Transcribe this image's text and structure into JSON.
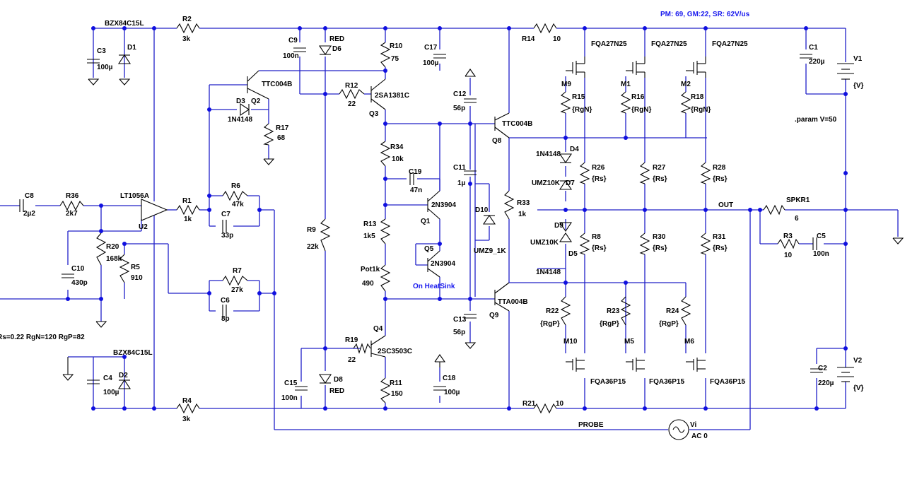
{
  "title_note": "PM: 69, GM:22, SR: 62V/us",
  "param": ".param V=50",
  "model_note": "Rs=0.22 RgN=120 RgP=82",
  "heatsink_note": "On HeatSink",
  "net_labels": {
    "out": "OUT",
    "probe": "PROBE"
  },
  "labels": [
    {
      "ref": "BZX84C15L"
    },
    {
      "ref": "D1"
    },
    {
      "ref": "C3"
    },
    {
      "ref": "100µ"
    },
    {
      "ref": "R2"
    },
    {
      "ref": "3k"
    },
    {
      "ref": "C9"
    },
    {
      "ref": "100n"
    },
    {
      "ref": "RED"
    },
    {
      "ref": "D6"
    },
    {
      "ref": "R10"
    },
    {
      "ref": "75"
    },
    {
      "ref": "C17"
    },
    {
      "ref": "100µ"
    },
    {
      "ref": "R14"
    },
    {
      "ref": "10"
    },
    {
      "ref": "FQA27N25"
    },
    {
      "ref": "FQA27N25"
    },
    {
      "ref": "FQA27N25"
    },
    {
      "ref": "C1"
    },
    {
      "ref": "220µ"
    },
    {
      "ref": "V1"
    },
    {
      "ref": "{V}"
    },
    {
      "ref": "TTC004B"
    },
    {
      "ref": "Q2"
    },
    {
      "ref": "D3"
    },
    {
      "ref": "1N4148"
    },
    {
      "ref": "R17"
    },
    {
      "ref": "68"
    },
    {
      "ref": "R12"
    },
    {
      "ref": "22"
    },
    {
      "ref": "2SA1381C"
    },
    {
      "ref": "Q3"
    },
    {
      "ref": "C12"
    },
    {
      "ref": "56p"
    },
    {
      "ref": "M9"
    },
    {
      "ref": "R15"
    },
    {
      "ref": "{RgN}"
    },
    {
      "ref": "M1"
    },
    {
      "ref": "R16"
    },
    {
      "ref": "{RgN}"
    },
    {
      "ref": "M2"
    },
    {
      "ref": "R18"
    },
    {
      "ref": "{RgN}"
    },
    {
      "ref": "TTC004B"
    },
    {
      "ref": "Q8"
    },
    {
      "ref": "R34"
    },
    {
      "ref": "10k"
    },
    {
      "ref": "1N4148"
    },
    {
      "ref": "D4"
    },
    {
      "ref": "C11"
    },
    {
      "ref": "1µ"
    },
    {
      "ref": "C19"
    },
    {
      "ref": "47n"
    },
    {
      "ref": "R26"
    },
    {
      "ref": "{Rs}"
    },
    {
      "ref": "R27"
    },
    {
      "ref": "{Rs}"
    },
    {
      "ref": "R28"
    },
    {
      "ref": "{Rs}"
    },
    {
      "ref": "UMZ10K"
    },
    {
      "ref": "D7"
    },
    {
      "ref": "C8"
    },
    {
      "ref": "2µ2"
    },
    {
      "ref": "R36"
    },
    {
      "ref": "2k7"
    },
    {
      "ref": "LT1056A"
    },
    {
      "ref": "U2"
    },
    {
      "ref": "R1"
    },
    {
      "ref": "1k"
    },
    {
      "ref": "R6"
    },
    {
      "ref": "47k"
    },
    {
      "ref": "C7"
    },
    {
      "ref": "33p"
    },
    {
      "ref": "2N3904"
    },
    {
      "ref": "Q1"
    },
    {
      "ref": "D10"
    },
    {
      "ref": "R33"
    },
    {
      "ref": "1k"
    },
    {
      "ref": "SPKR1"
    },
    {
      "ref": "6"
    },
    {
      "ref": "R9"
    },
    {
      "ref": "22k"
    },
    {
      "ref": "R13"
    },
    {
      "ref": "1k5"
    },
    {
      "ref": "D9"
    },
    {
      "ref": "R8"
    },
    {
      "ref": "{Rs}"
    },
    {
      "ref": "R30"
    },
    {
      "ref": "{Rs}"
    },
    {
      "ref": "R31"
    },
    {
      "ref": "{Rs}"
    },
    {
      "ref": "R3"
    },
    {
      "ref": "10"
    },
    {
      "ref": "C5"
    },
    {
      "ref": "100n"
    },
    {
      "ref": "R20"
    },
    {
      "ref": "168k"
    },
    {
      "ref": "R5"
    },
    {
      "ref": "910"
    },
    {
      "ref": "C10"
    },
    {
      "ref": "430p"
    },
    {
      "ref": "Q5"
    },
    {
      "ref": "2N3904"
    },
    {
      "ref": "UMZ9_1K"
    },
    {
      "ref": "UMZ10K"
    },
    {
      "ref": "D5"
    },
    {
      "ref": "1N4148"
    },
    {
      "ref": "Pot1k"
    },
    {
      "ref": "490"
    },
    {
      "ref": "R7"
    },
    {
      "ref": "27k"
    },
    {
      "ref": "C6"
    },
    {
      "ref": "8p"
    },
    {
      "ref": "TTA004B"
    },
    {
      "ref": "Q9"
    },
    {
      "ref": "R22"
    },
    {
      "ref": "{RgP}"
    },
    {
      "ref": "R23"
    },
    {
      "ref": "{RgP}"
    },
    {
      "ref": "R24"
    },
    {
      "ref": "{RgP}"
    },
    {
      "ref": "C13"
    },
    {
      "ref": "56p"
    },
    {
      "ref": "Q4"
    },
    {
      "ref": "2SC3503C"
    },
    {
      "ref": "R19"
    },
    {
      "ref": "22"
    },
    {
      "ref": "BZX84C15L"
    },
    {
      "ref": "M10"
    },
    {
      "ref": "M5"
    },
    {
      "ref": "M6"
    },
    {
      "ref": "C4"
    },
    {
      "ref": "100µ"
    },
    {
      "ref": "D2"
    },
    {
      "ref": "C15"
    },
    {
      "ref": "100n"
    },
    {
      "ref": "D8"
    },
    {
      "ref": "RED"
    },
    {
      "ref": "R11"
    },
    {
      "ref": "150"
    },
    {
      "ref": "C18"
    },
    {
      "ref": "100µ"
    },
    {
      "ref": "FQA36P15"
    },
    {
      "ref": "FQA36P15"
    },
    {
      "ref": "FQA36P15"
    },
    {
      "ref": "C2"
    },
    {
      "ref": "220µ"
    },
    {
      "ref": "V2"
    },
    {
      "ref": "{V}"
    },
    {
      "ref": "R4"
    },
    {
      "ref": "3k"
    },
    {
      "ref": "R21"
    },
    {
      "ref": "10"
    },
    {
      "ref": "Vi"
    },
    {
      "ref": "AC 0"
    }
  ]
}
